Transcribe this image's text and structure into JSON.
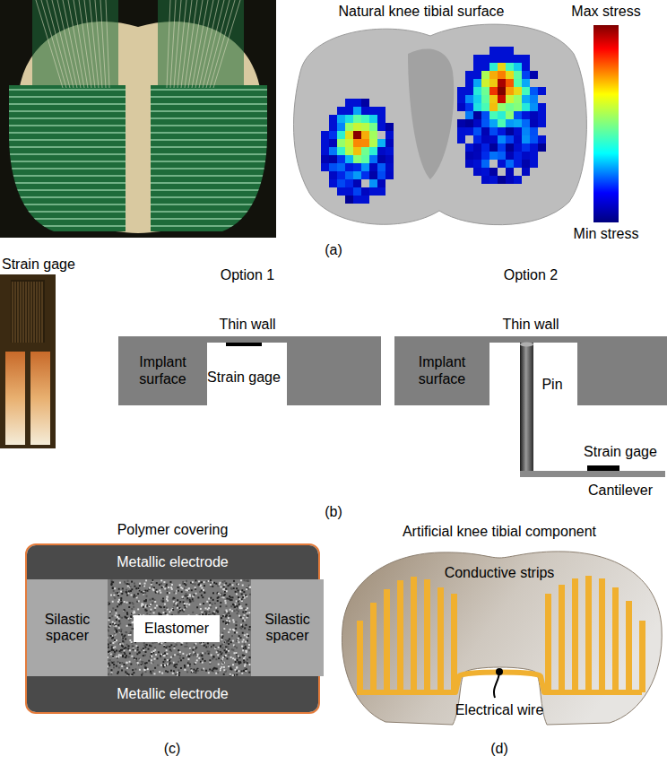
{
  "diagram": {
    "nodes": [
      {
        "text": [
          "Implant surface"
        ]
      },
      {
        "text": [
          "Implant surface"
        ]
      },
      {
        "text": [
          "Polymer covering"
        ]
      },
      {
        "text": [
          "Metallic electrode"
        ],
        "in": 2
      },
      {
        "text": [
          "Silastic spacer"
        ],
        "in": 2
      },
      {
        "text": [
          "Elastomer"
        ],
        "in": 2
      },
      {
        "text": [
          "Silastic spacer"
        ],
        "in": 2
      },
      {
        "text": [
          "Metallic electrode"
        ],
        "in": 2
      }
    ],
    "labels": [
      "Natural knee tibial surface",
      "Max stress",
      "Min stress",
      "(a)",
      "Strain gage",
      "Option 1",
      "Thin wall",
      "Strain gage",
      "Option 2",
      "Thin wall",
      "Pin",
      "Strain gage",
      "Cantilever",
      "(b)",
      "(c)",
      "Artificial knee tibial component",
      "Conductive strips",
      "Electrical wire",
      "(d)"
    ]
  }
}
